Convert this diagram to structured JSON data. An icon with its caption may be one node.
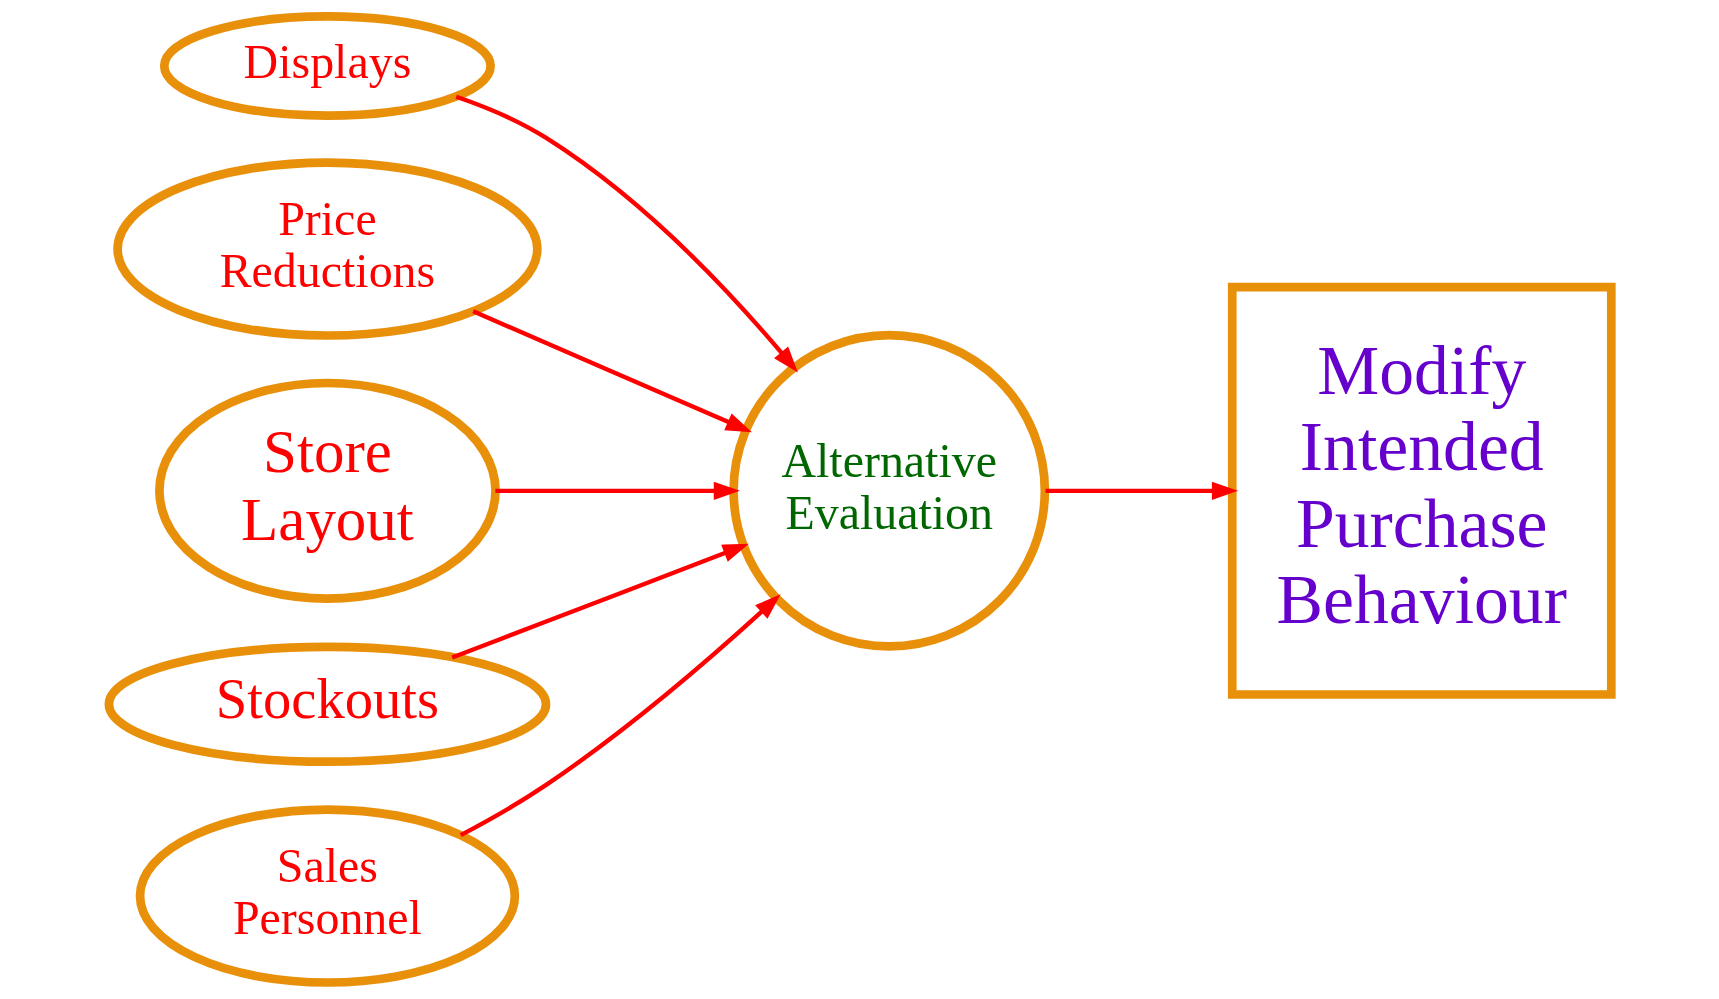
{
  "diagram": {
    "nodes": [
      {
        "text": [
          "Displays"
        ]
      },
      {
        "text": [
          "Price Reductions"
        ]
      },
      {
        "text": [
          "Store Layout"
        ]
      },
      {
        "text": [
          "Alternative Evaluation"
        ]
      },
      {
        "text": [
          "Modify Intended Purchase Behaviour"
        ]
      },
      {
        "text": [
          "Stockouts"
        ]
      },
      {
        "text": [
          "Sales Personnel"
        ]
      }
    ],
    "edges": [
      {
        "from": 0,
        "to": 3,
        "arrow": "to"
      },
      {
        "from": 1,
        "to": 3,
        "arrow": "to"
      },
      {
        "from": 2,
        "to": 3,
        "arrow": "to"
      },
      {
        "from": 5,
        "to": 3,
        "arrow": "to"
      },
      {
        "from": 6,
        "to": 3,
        "arrow": "to"
      },
      {
        "from": 3,
        "to": 4,
        "arrow": "to"
      }
    ]
  }
}
